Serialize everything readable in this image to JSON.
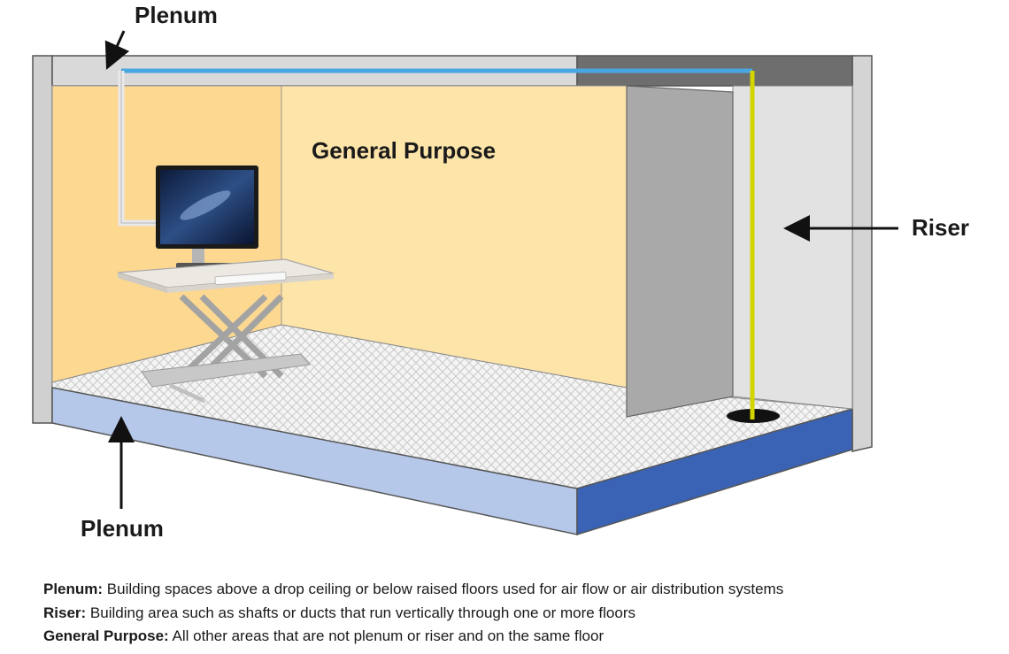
{
  "colors": {
    "wall": "#fcd891",
    "wall_light": "#fde4a9",
    "ceiling_plenum": "#d9d9d9",
    "ceiling_dark": "#6e6e6e",
    "floor_side_light": "#b6c8ea",
    "floor_side_dark": "#3a63b5",
    "riser_wall": "#a9a9a9",
    "riser_back": "#e2e2e2",
    "cable_blue": "#4aa6e0",
    "cable_yellow": "#d4d400"
  },
  "diagram": {
    "callouts": {
      "plenum_top": "Plenum",
      "plenum_bottom": "Plenum",
      "riser": "Riser",
      "general_purpose": "General Purpose"
    },
    "icons": [
      "monitor-icon",
      "standing-desk-icon",
      "arrow-icon"
    ]
  },
  "legend": [
    {
      "term": "Plenum:",
      "definition": " Building spaces above a drop ceiling or below raised floors used for air flow or air distribution systems"
    },
    {
      "term": "Riser:",
      "definition": " Building area such as shafts or ducts that run vertically through one or more floors"
    },
    {
      "term": "General Purpose:",
      "definition": " All other areas that are not plenum or riser and on the same floor"
    }
  ]
}
